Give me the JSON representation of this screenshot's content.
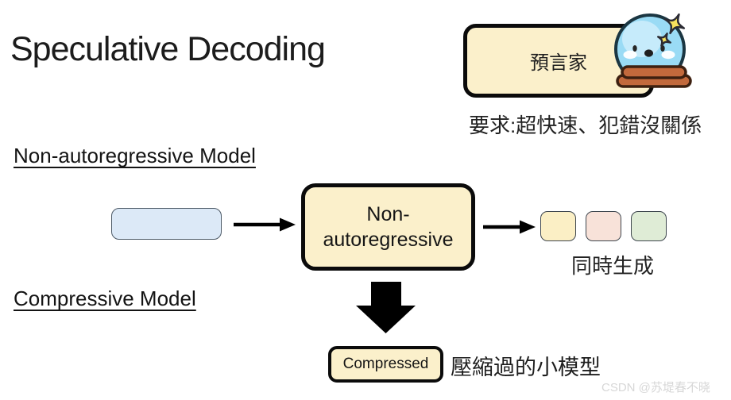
{
  "slide": {
    "title": "Speculative Decoding",
    "watermark": "CSDN @苏堤春不晓"
  },
  "prophet": {
    "box_label": "預言家",
    "requirement": "要求:超快速、犯錯沒關係",
    "icon": "crystal-ball-icon"
  },
  "non_autoregressive_section": {
    "heading": "Non-autoregressive Model",
    "model_box_line1": "Non-",
    "model_box_line2": "autoregressive",
    "tokens_caption": "同時生成"
  },
  "compressive_section": {
    "heading": "Compressive Model",
    "box_label": "Compressed",
    "caption": "壓縮過的小模型"
  },
  "colors": {
    "box_fill_cream": "#fbf0cb",
    "box_border_black": "#0b0b0b",
    "input_box_blue": "#dce9f7",
    "token_yellow": "#fbefc5",
    "token_pink": "#f8e2d9",
    "token_green": "#dfecd6",
    "crystal_ball_blue": "#9adbf5",
    "crystal_ball_highlight": "#c6ebfb",
    "base_orange": "#c2693c",
    "sparkle_yellow": "#f6e25e",
    "watermark_gray": "#d7d7d7"
  }
}
